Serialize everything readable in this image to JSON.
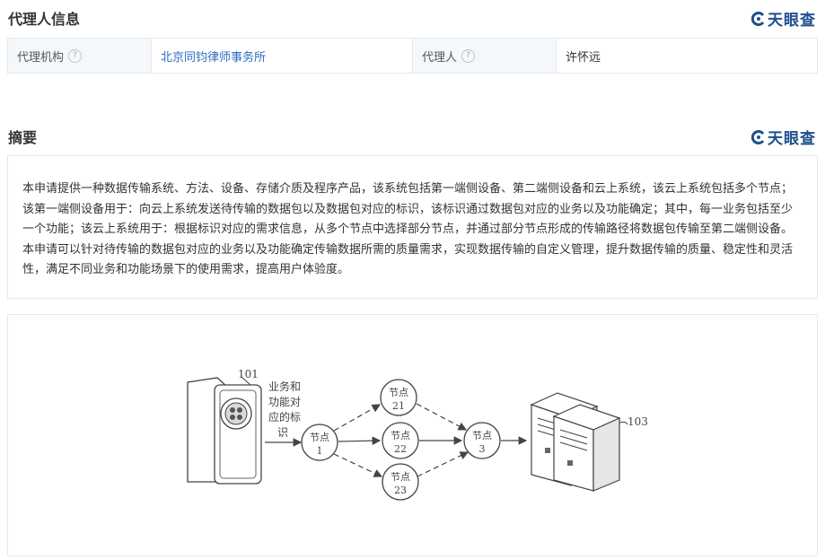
{
  "agent_section": {
    "title": "代理人信息",
    "brand": "天眼查",
    "agency_label": "代理机构",
    "agency_value": "北京同钧律师事务所",
    "agent_label": "代理人",
    "agent_value": "许怀远",
    "help_glyph": "?"
  },
  "abstract_section": {
    "title": "摘要",
    "brand": "天眼查",
    "text": "本申请提供一种数据传输系统、方法、设备、存储介质及程序产品，该系统包括第一端侧设备、第二端侧设备和云上系统，该云上系统包括多个节点；该第一端侧设备用于：向云上系统发送待传输的数据包以及数据包对应的标识，该标识通过数据包对应的业务以及功能确定；其中，每一业务包括至少一个功能；该云上系统用于：根据标识对应的需求信息，从多个节点中选择部分节点，并通过部分节点形成的传输路径将数据包传输至第二端侧设备。本申请可以针对待传输的数据包对应的业务以及功能确定传输数据所需的质量需求，实现数据传输的自定义管理，提升数据传输的质量、稳定性和灵活性，满足不同业务和功能场景下的使用需求，提高用户体验度。"
  },
  "figure": {
    "device_ref": "101",
    "server_ref": "103",
    "label_lines": [
      "业务和",
      "功能对",
      "应的标",
      "识"
    ],
    "nodes": [
      {
        "label": "节点",
        "num": "1"
      },
      {
        "label": "节点",
        "num": "21"
      },
      {
        "label": "节点",
        "num": "22"
      },
      {
        "label": "节点",
        "num": "23"
      },
      {
        "label": "节点",
        "num": "3"
      }
    ]
  },
  "colors": {
    "link": "#2f6bc2",
    "brand": "#1f4f8f",
    "border": "#e4e9f0",
    "label_bg": "#f5f8fb"
  }
}
